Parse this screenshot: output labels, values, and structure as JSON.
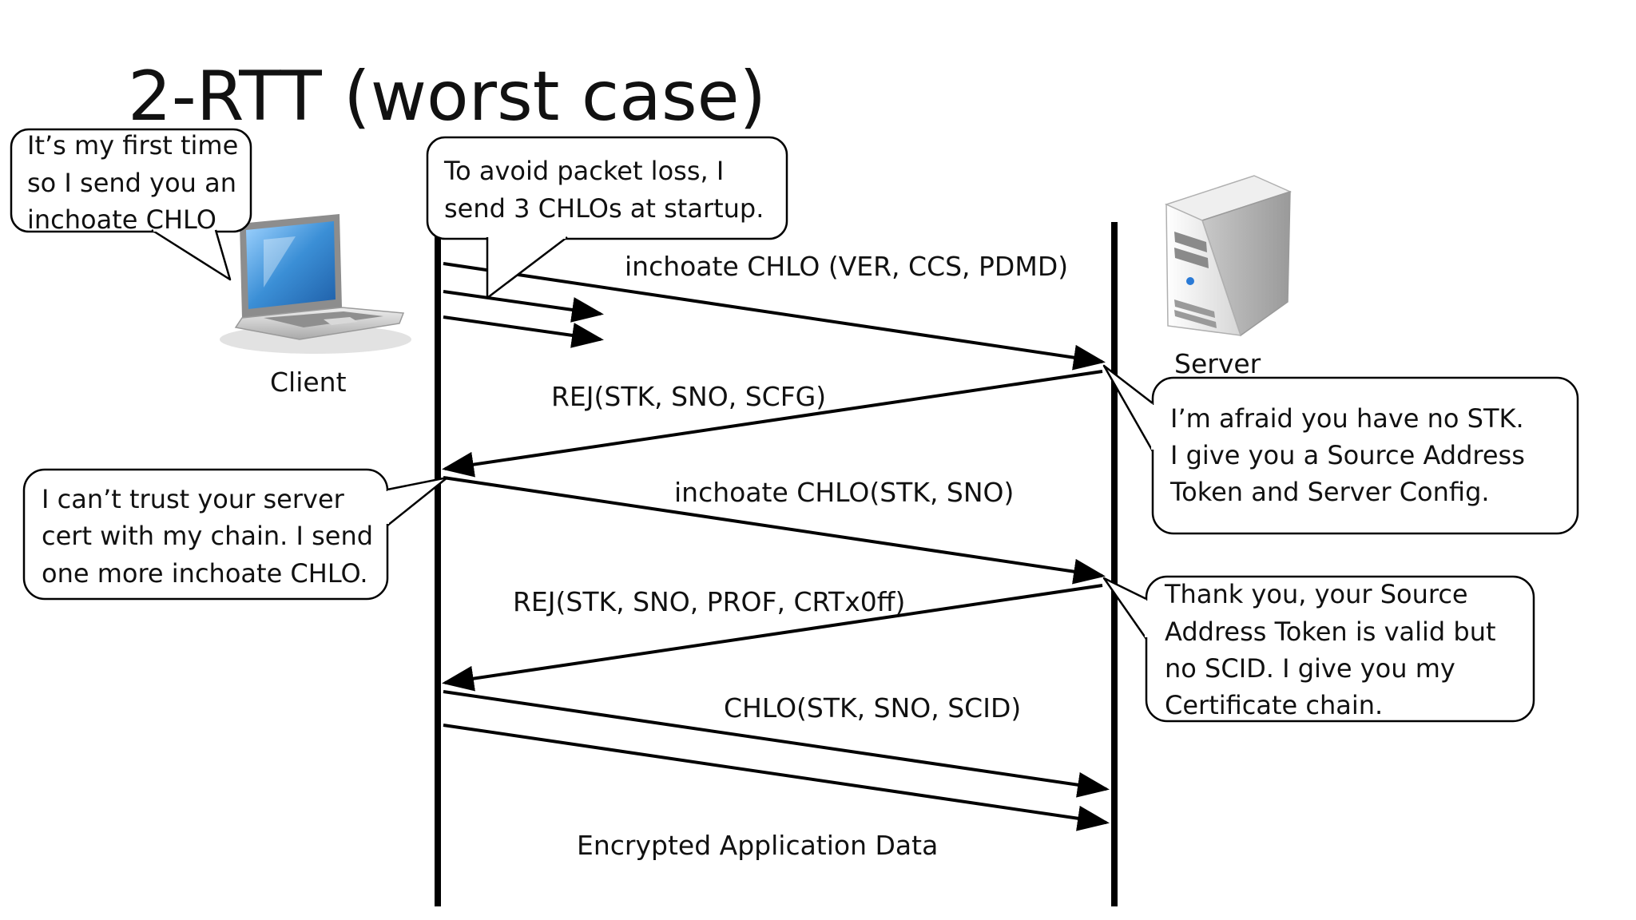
{
  "title": "2-RTT (worst case)",
  "participants": {
    "client": "Client",
    "server": "Server"
  },
  "messages": [
    "inchoate CHLO (VER, CCS, PDMD)",
    "REJ(STK, SNO, SCFG)",
    "inchoate CHLO(STK, SNO)",
    "REJ(STK, SNO, PROF, CRTx0ff)",
    "CHLO(STK, SNO, SCID)",
    "Encrypted Application Data"
  ],
  "bubbles": {
    "client_first": [
      "It’s my first time",
      "so I send you an",
      "inchoate CHLO"
    ],
    "packet_loss": [
      "To avoid packet loss, I",
      "send 3 CHLOs at startup."
    ],
    "server_no_stk": [
      "I’m afraid you have no STK.",
      "I give you a Source Address",
      "Token and Server Config."
    ],
    "client_cert": [
      "I can’t trust your server",
      "cert with my chain. I send",
      "one more inchoate CHLO."
    ],
    "server_scid": [
      "Thank you, your Source",
      "Address Token is valid but",
      "no SCID. I give you my",
      "Certificate chain."
    ]
  },
  "icons": {
    "client": "laptop-icon",
    "server": "server-tower-icon"
  },
  "colors": {
    "line": "#000000",
    "laptop_screen": "#3b8fd6",
    "device_body": "#c9c9c9"
  }
}
